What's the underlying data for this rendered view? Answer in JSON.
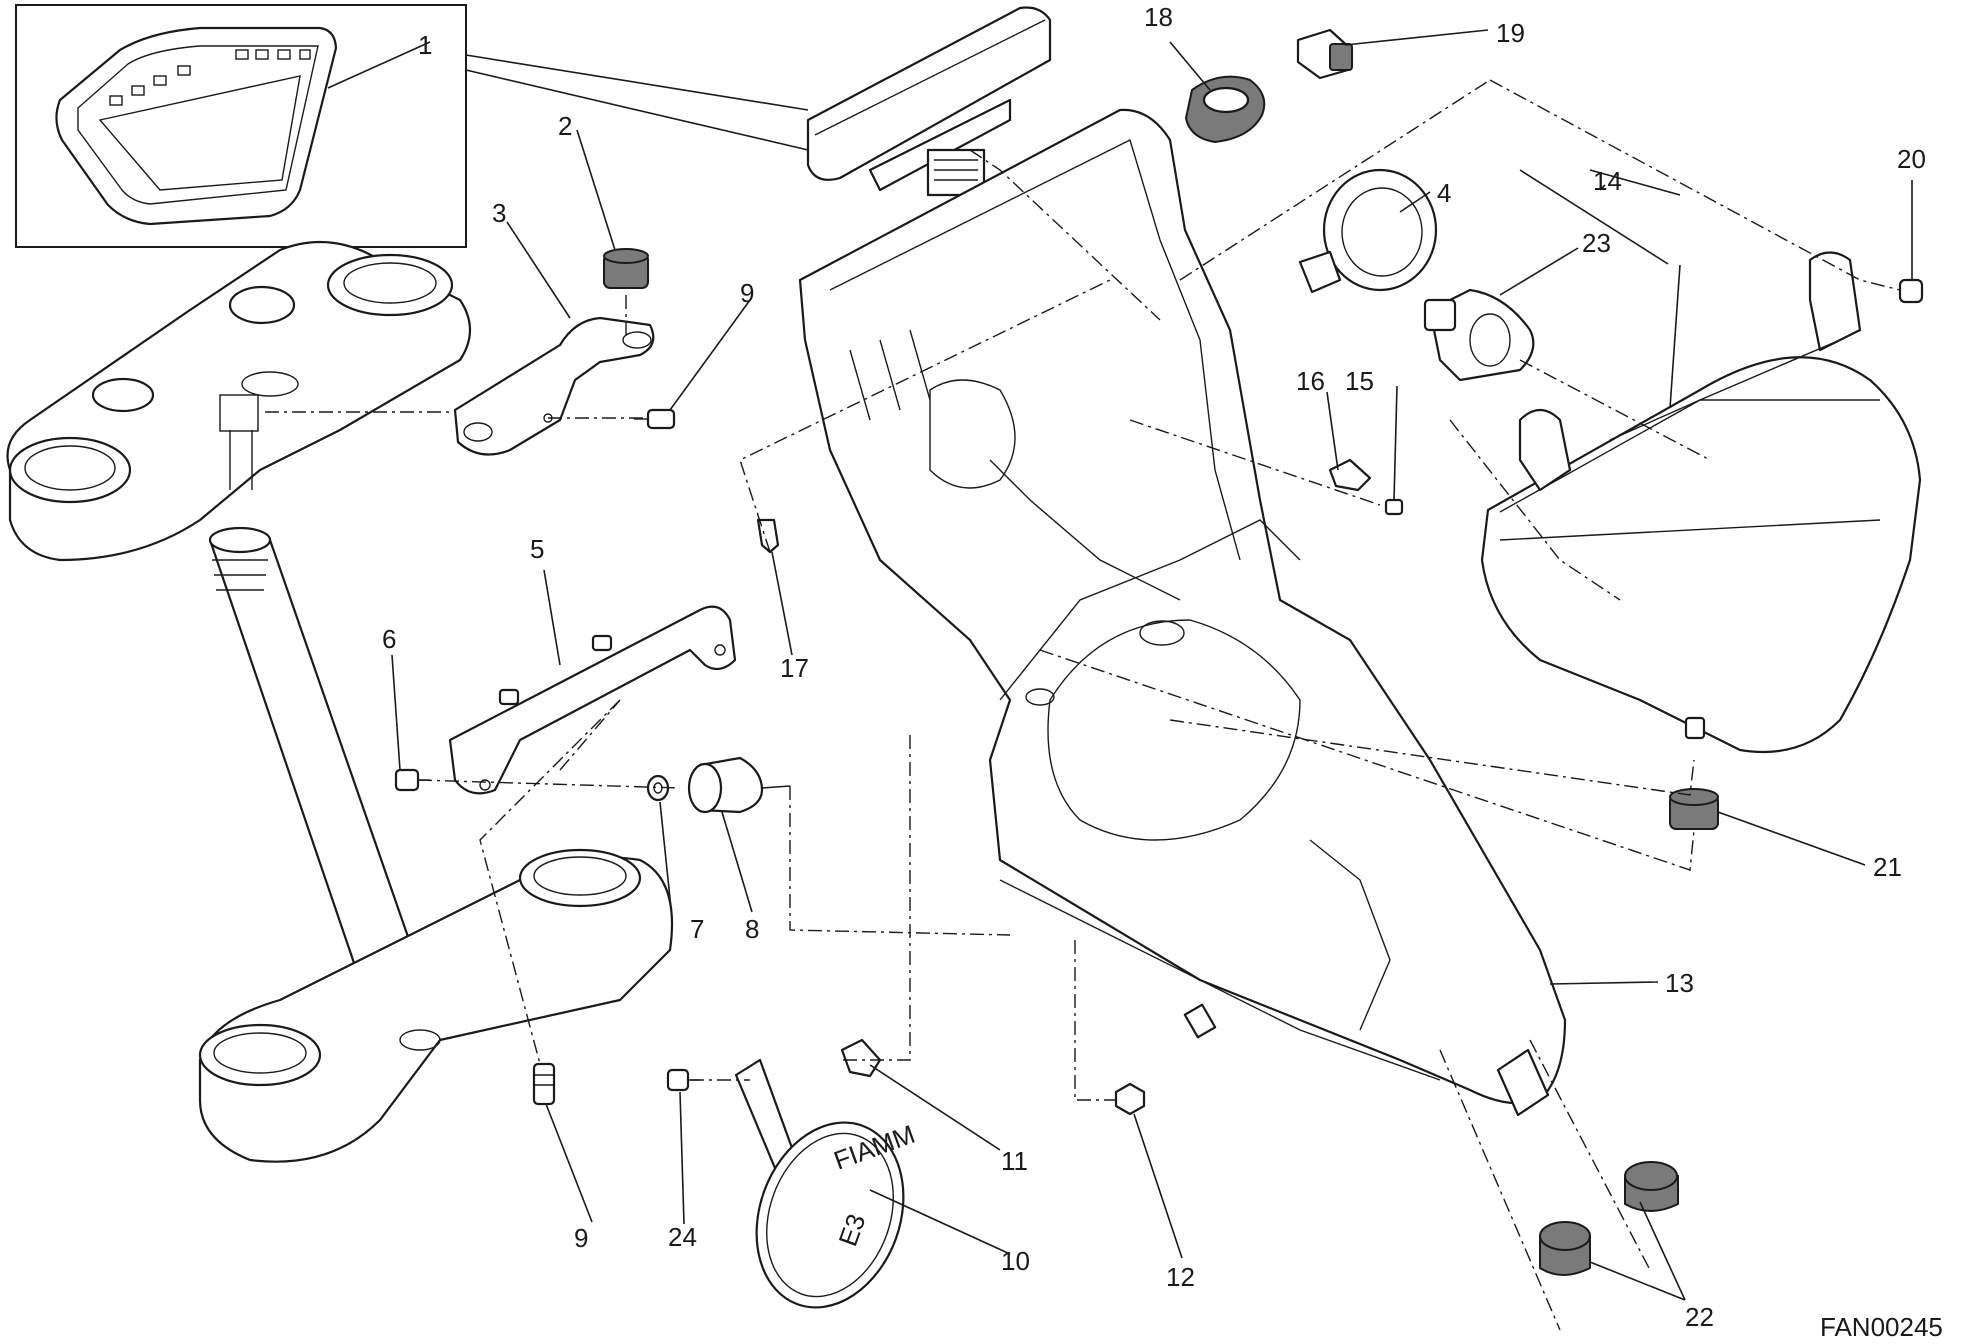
{
  "diagram": {
    "drawing_code": "FAN00245",
    "callouts": {
      "c1": "1",
      "c2": "2",
      "c3": "3",
      "c4": "4",
      "c5": "5",
      "c6": "6",
      "c7": "7",
      "c8": "8",
      "c9a": "9",
      "c9b": "9",
      "c10": "10",
      "c11": "11",
      "c12": "12",
      "c13": "13",
      "c14": "14",
      "c15": "15",
      "c16": "16",
      "c17": "17",
      "c18": "18",
      "c19": "19",
      "c20": "20",
      "c21": "21",
      "c22": "22",
      "c23": "23",
      "c24": "24"
    },
    "horn_markings": {
      "brand": "FIAMM",
      "code": "E3"
    }
  }
}
